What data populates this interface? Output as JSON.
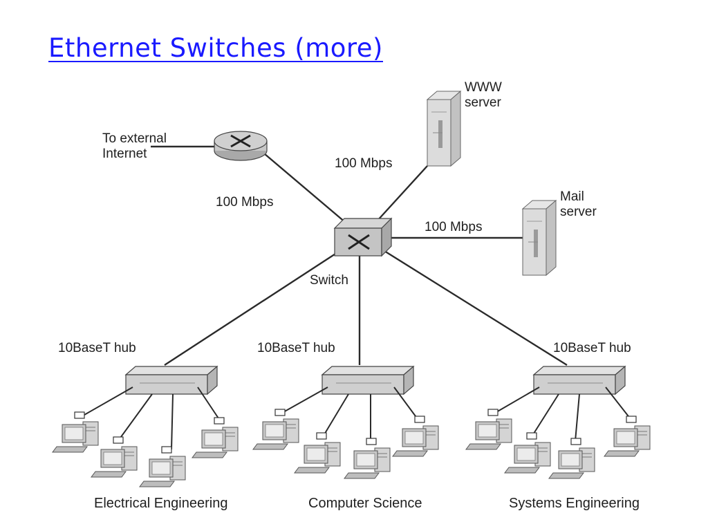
{
  "slide": {
    "title": "Ethernet Switches (more)"
  },
  "diagram": {
    "router_label": "To external\nInternet",
    "switch_label": "Switch",
    "www_server_label": "WWW\nserver",
    "mail_server_label": "Mail\nserver",
    "links": {
      "router_switch": "100 Mbps",
      "www_switch": "100 Mbps",
      "mail_switch": "100 Mbps"
    },
    "hubs": [
      {
        "label": "10BaseT hub",
        "department": "Electrical Engineering"
      },
      {
        "label": "10BaseT hub",
        "department": "Computer Science"
      },
      {
        "label": "10BaseT hub",
        "department": "Systems Engineering"
      }
    ]
  }
}
